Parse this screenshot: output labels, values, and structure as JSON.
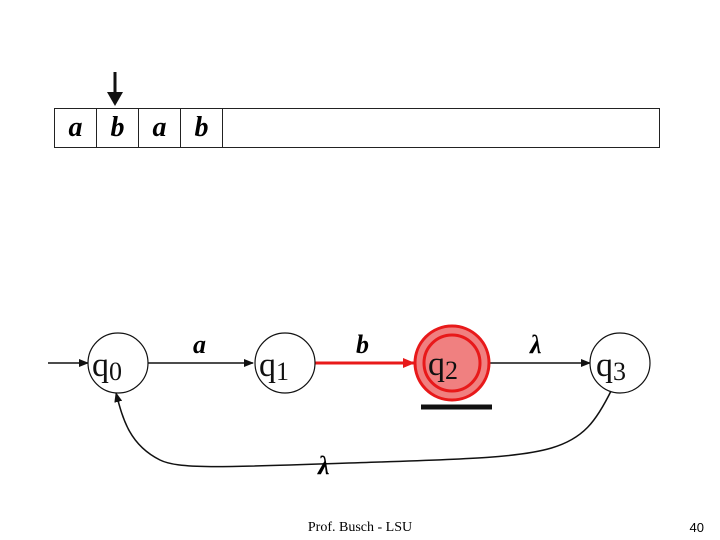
{
  "tape": {
    "cells": [
      "a",
      "b",
      "a",
      "b"
    ],
    "head_position": 1
  },
  "states": [
    {
      "id": "q0",
      "base": "q",
      "sub": "0",
      "accepting": false,
      "active": false
    },
    {
      "id": "q1",
      "base": "q",
      "sub": "1",
      "accepting": false,
      "active": false
    },
    {
      "id": "q2",
      "base": "q",
      "sub": "2",
      "accepting": true,
      "active": true
    },
    {
      "id": "q3",
      "base": "q",
      "sub": "3",
      "accepting": false,
      "active": false
    }
  ],
  "transitions": [
    {
      "from": "q0",
      "to": "q1",
      "label": "a",
      "active": false
    },
    {
      "from": "q1",
      "to": "q2",
      "label": "b",
      "active": true
    },
    {
      "from": "q2",
      "to": "q3",
      "label": "λ",
      "active": false
    },
    {
      "from": "q3",
      "to": "q0",
      "label": "λ",
      "active": false
    }
  ],
  "colors": {
    "active": "#e8191a",
    "active_fill": "#f08080",
    "stroke": "#111111"
  },
  "footer": {
    "author": "Prof. Busch - LSU",
    "page": "40"
  }
}
